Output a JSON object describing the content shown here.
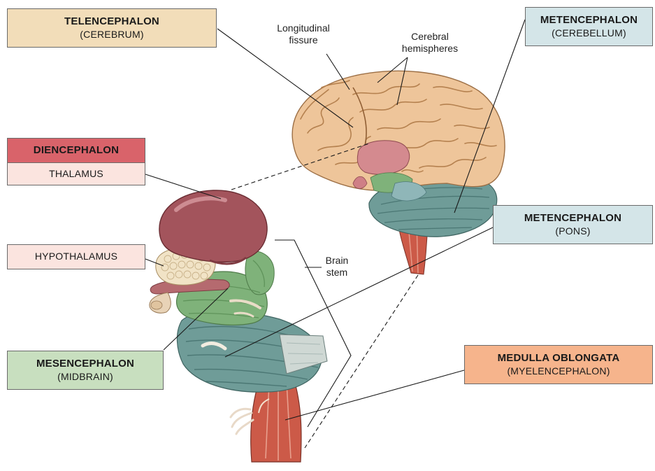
{
  "colors": {
    "telencephalon": "#f2ddb9",
    "diencephalon_header": "#d9636a",
    "diencephalon_sub": "#fbe4df",
    "metencephalon": "#d4e5e8",
    "mesencephalon": "#c8dfbf",
    "medulla": "#f6b48c",
    "cerebrum": "#eec59a",
    "thalamus": "#a3545c",
    "brainstem_green": "#7fb27a",
    "cerebellum": "#6f9c98",
    "medulla_red": "#cc5a48"
  },
  "boxes": {
    "telencephalon": {
      "title": "TELENCEPHALON",
      "subtitle": "(CEREBRUM)"
    },
    "diencephalon": {
      "title": "DIENCEPHALON",
      "subtitle": "THALAMUS"
    },
    "hypothalamus": {
      "title": "HYPOTHALAMUS"
    },
    "mesencephalon": {
      "title": "MESENCEPHALON",
      "subtitle": "(MIDBRAIN)"
    },
    "metencephalon_cerebellum": {
      "title": "METENCEPHALON",
      "subtitle": "(CEREBELLUM)"
    },
    "metencephalon_pons": {
      "title": "METENCEPHALON",
      "subtitle": "(PONS)"
    },
    "medulla": {
      "title": "MEDULLA OBLONGATA",
      "subtitle": "(MYELENCEPHALON)"
    }
  },
  "labels": {
    "longitudinal": [
      "Longitudinal",
      "fissure"
    ],
    "cerebral": [
      "Cerebral",
      "hemispheres"
    ],
    "brainstem": [
      "Brain",
      "stem"
    ]
  }
}
